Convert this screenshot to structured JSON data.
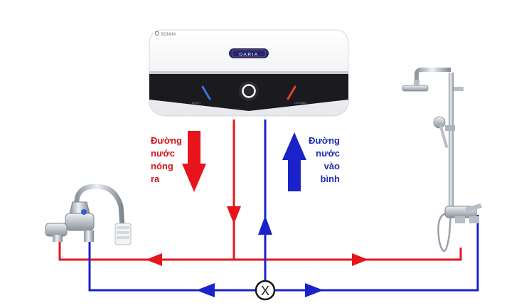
{
  "heater": {
    "brand_text": "SONHA",
    "model_text": "DARIA",
    "left_button_text": "BOOST",
    "right_button_text": "LEGIONEL"
  },
  "labels": {
    "hot_out": [
      "Đường",
      "nước",
      "nóng",
      "ra"
    ],
    "cold_in": [
      "Đường",
      "nước",
      "vào",
      "bình"
    ]
  },
  "valve_symbol": "X",
  "colors": {
    "hot": "#e8141c",
    "cold": "#1a23c9",
    "hot_label": "#d3151d",
    "cold_label": "#1f2cb3",
    "heater_body": "#f3f4f6",
    "heater_panel": "#1b1b1f",
    "chrome": "#b8bec6"
  },
  "icons": {
    "mixer_tap": "kitchen-faucet-icon",
    "shower": "shower-column-icon",
    "valve": "valve-icon"
  }
}
